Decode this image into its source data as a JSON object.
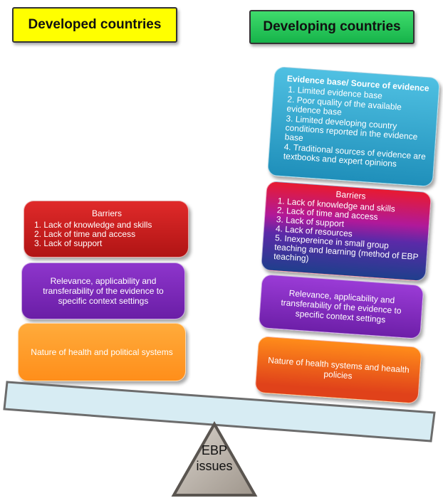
{
  "headers": {
    "developed": "Developed countries",
    "developing": "Developing countries"
  },
  "left": {
    "barriers": {
      "title": "Barriers",
      "items": [
        "1. Lack of knowledge and skills",
        "2. Lack of time and access",
        "3. Lack of support"
      ]
    },
    "relevance": "Relevance, applicability and transferability of the evidence to specific context settings",
    "nature": "Nature of health and political systems"
  },
  "right": {
    "evidence": {
      "title": "Evidence base/ Source of evidence",
      "items": [
        "1. Limited evidence base",
        "2. Poor quality of the available evidence base",
        "3. Limited developing country conditions reported in the evidence  base",
        "4. Traditional sources of evidence are textbooks and expert opinions"
      ]
    },
    "barriers": {
      "title": "Barriers",
      "items": [
        "1. Lack of knowledge and skills",
        "2. Lack of time and access",
        "3. Lack of support",
        "4. Lack of resources",
        "5. Inexpereince in small group teaching and learning (method of EBP teaching)"
      ]
    },
    "relevance": "Relevance, applicability and transferability of the evidence to specific context settings",
    "nature": "Nature of health systems and heaalth policies"
  },
  "fulcrum": {
    "label": "EBP issues"
  },
  "colors": {
    "header_left": "#ffff00",
    "header_right": "#22c55e",
    "barriers_red": "#cc1b1b",
    "relevance_purple": "#7a22b8",
    "nature_orange": "#ff9a1f",
    "evidence_blue": "#2aa3cf",
    "beam": "#d7ecf3",
    "fulcrum": "#b9b1a9"
  }
}
